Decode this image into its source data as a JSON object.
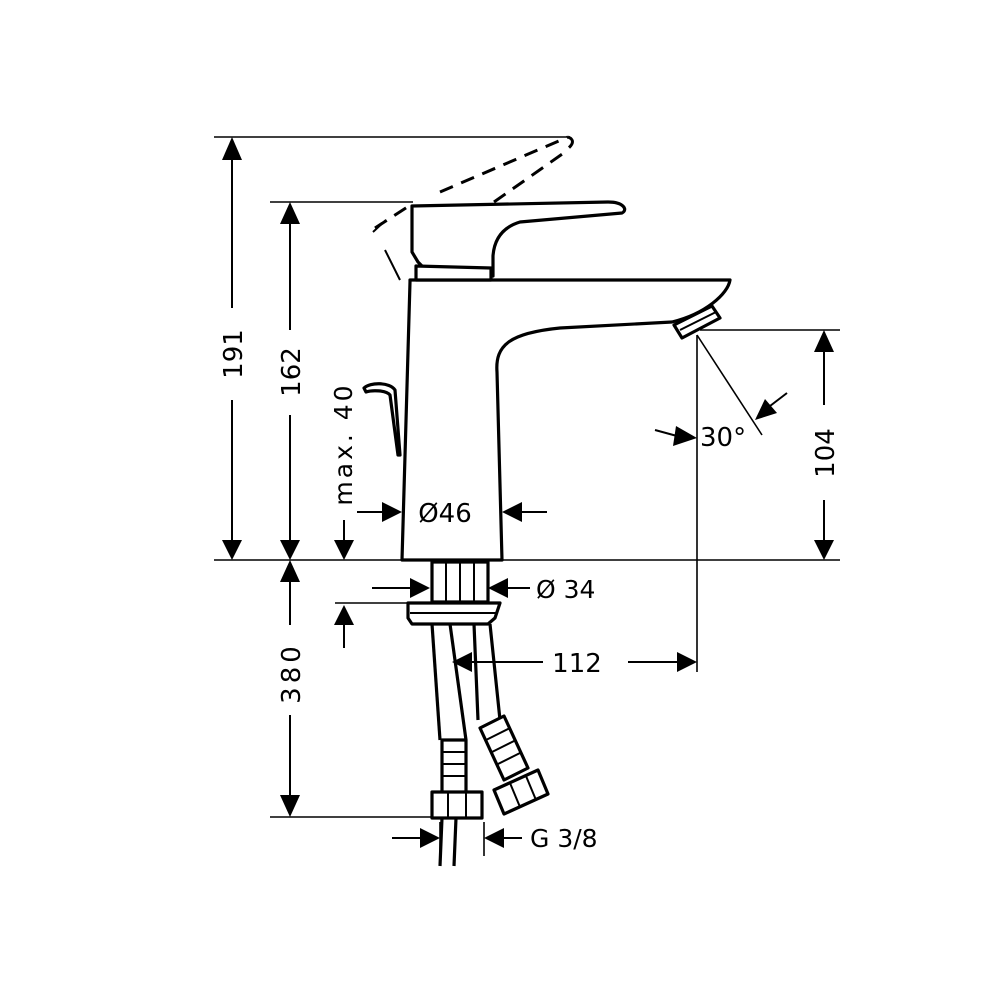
{
  "diagram": {
    "dimensions": {
      "overall_height": "191",
      "body_height": "162",
      "pop_up_max": "max. 40",
      "spout_diameter": "Ø46",
      "thread_diameter": "Ø 34",
      "outlet_projection": "112",
      "below_deck": "380",
      "spout_height": "104",
      "spray_angle": "30°",
      "connection_thread": "G 3/8"
    }
  }
}
